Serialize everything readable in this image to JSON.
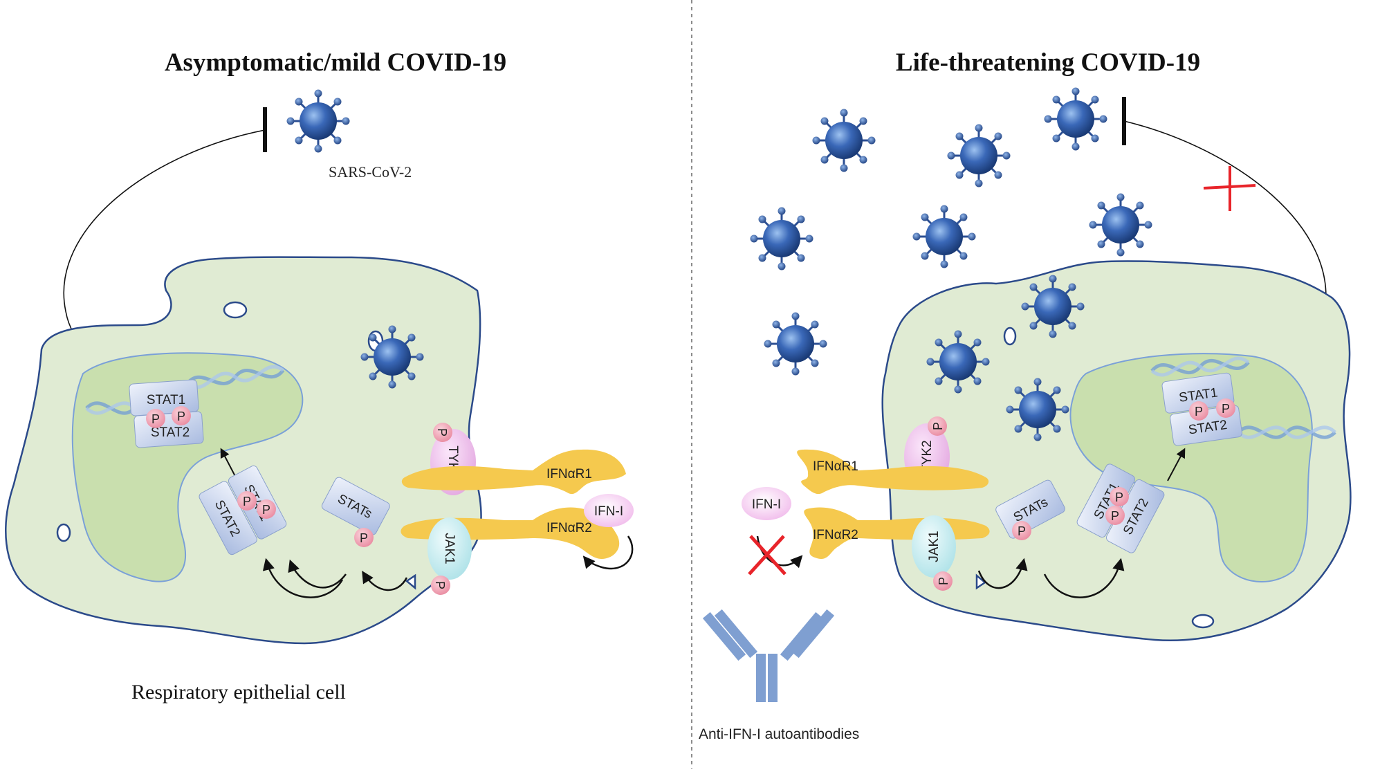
{
  "left_panel": {
    "title": "Asymptomatic/mild COVID-19",
    "virus_label": "SARS-CoV-2",
    "cell_label": "Respiratory epithelial cell",
    "complex_stat1": "STAT1",
    "complex_stat2": "STAT2",
    "stats_label": "STATs",
    "tyk2_label": "TYK2",
    "jak1_label": "JAK1",
    "receptor1_label": "IFNαR1",
    "receptor2_label": "IFNαR2",
    "ifn_label": "IFN-I",
    "phospho_label": "P"
  },
  "right_panel": {
    "title": "Life-threatening COVID-19",
    "complex_stat1": "STAT1",
    "complex_stat2": "STAT2",
    "stats_label": "STATs",
    "tyk2_label": "TYK2",
    "jak1_label": "JAK1",
    "receptor1_label": "IFNαR1",
    "receptor2_label": "IFNαR2",
    "ifn_label": "IFN-I",
    "antibody_label": "Anti-IFN-I autoantibodies",
    "phospho_label": "P"
  },
  "colors": {
    "cell_fill": "#e0ebd3",
    "cell_stroke": "#2b4a8a",
    "nucleus_fill": "#c9dfae",
    "virus_core": "#3a68b8",
    "receptor": "#f5c94e",
    "tyk2": "#f0c6ee",
    "jak1": "#c8eef2",
    "phospho": "#f4a3b3",
    "stat_box": "#c7d3ec",
    "antibody": "#7f9fd1",
    "block_mark": "#e8242a"
  }
}
